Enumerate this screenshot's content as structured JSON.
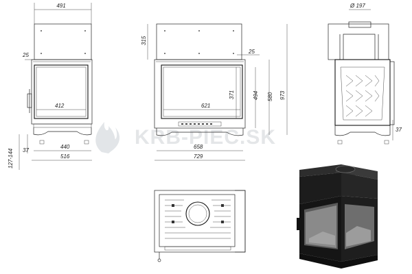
{
  "watermark": {
    "text": "KRB-PIEC.SK"
  },
  "front_view": {
    "dims": {
      "width_top": "491",
      "frame_left": "25",
      "glass_width": "412",
      "foot_height": "37",
      "inner_width": "440",
      "outer_width": "516",
      "height_range": "127-144"
    }
  },
  "side_view": {
    "dims": {
      "top_height": "315",
      "frame_right": "25",
      "glass_width": "621",
      "door_height": "371",
      "inner_height": "494",
      "height_580": "580",
      "total_height": "973",
      "inner_width": "658",
      "outer_width": "729"
    }
  },
  "section_view": {
    "dims": {
      "flue_diameter": "Ø 197",
      "foot_height": "37"
    }
  },
  "top_view": {},
  "render_view": {}
}
